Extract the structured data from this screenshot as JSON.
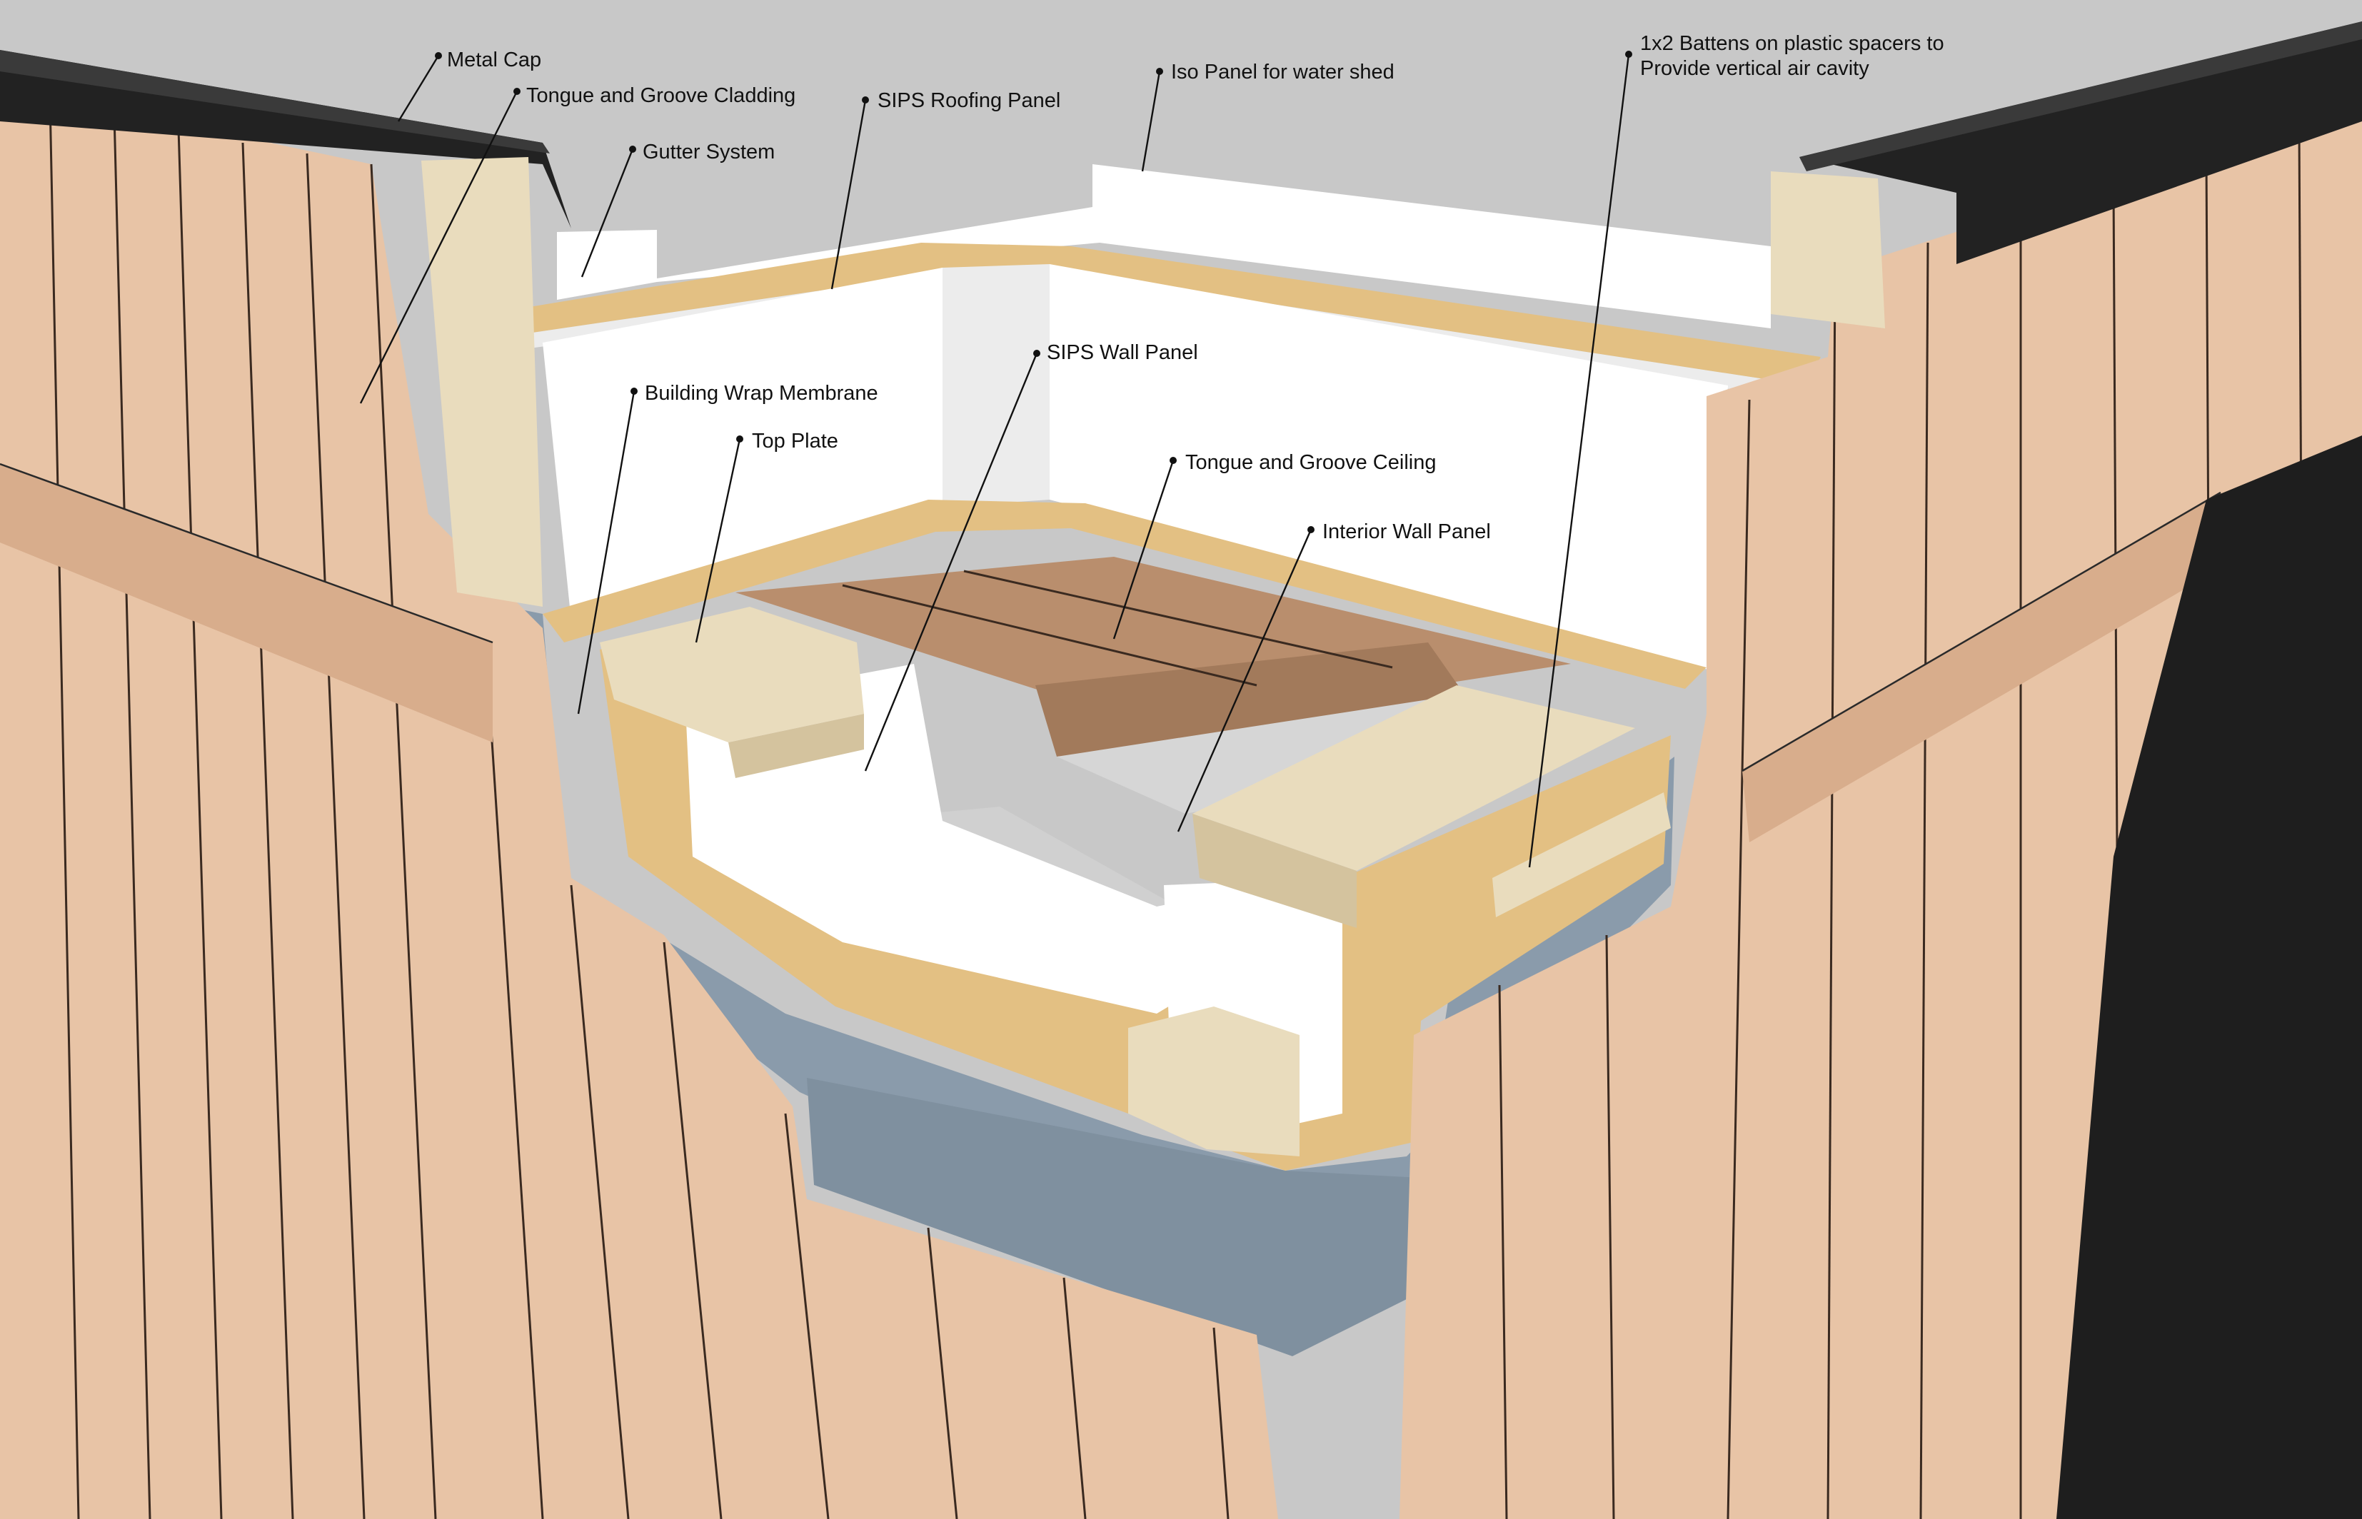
{
  "diagram": {
    "labels": [
      {
        "id": "metal-cap",
        "text": "Metal Cap"
      },
      {
        "id": "tongue-groove-cladding",
        "text": "Tongue and Groove Cladding"
      },
      {
        "id": "gutter-system",
        "text": "Gutter System"
      },
      {
        "id": "sips-roofing-panel",
        "text": "SIPS Roofing Panel"
      },
      {
        "id": "iso-panel",
        "text": "Iso Panel for water shed"
      },
      {
        "id": "battens-line1",
        "text": "1x2 Battens on plastic spacers to"
      },
      {
        "id": "battens-line2",
        "text": "Provide vertical air cavity"
      },
      {
        "id": "sips-wall-panel",
        "text": "SIPS Wall Panel"
      },
      {
        "id": "building-wrap",
        "text": "Building Wrap Membrane"
      },
      {
        "id": "top-plate",
        "text": "Top Plate"
      },
      {
        "id": "tongue-groove-ceiling",
        "text": "Tongue and Groove Ceiling"
      },
      {
        "id": "interior-wall-panel",
        "text": "Interior Wall Panel"
      }
    ]
  },
  "colors": {
    "background": "#c8c8c8",
    "cladding": "#e8c4a6",
    "osb": "#e3c083",
    "membrane": "#8a9bab",
    "foam": "#ffffff",
    "metal_cap": "#222222",
    "plank": "#b98e6d"
  }
}
